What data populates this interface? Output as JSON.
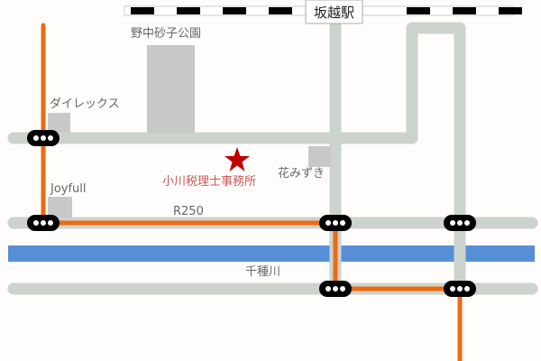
{
  "station": {
    "label": "坂越駅"
  },
  "landmarks": {
    "park": "野中砂子公園",
    "dailex": "ダイレックス",
    "hanamizuki": "花みずき",
    "joyfull": "Joyfull"
  },
  "roads": {
    "route": "R250",
    "river": "千種川"
  },
  "destination": {
    "label": "小川税理士事務所",
    "icon": "star-icon"
  },
  "colors": {
    "route": "#ee6a10",
    "road": "#ccd3cc",
    "river": "#578fd6",
    "building": "#c8c8c8",
    "destination": "#c00000"
  }
}
